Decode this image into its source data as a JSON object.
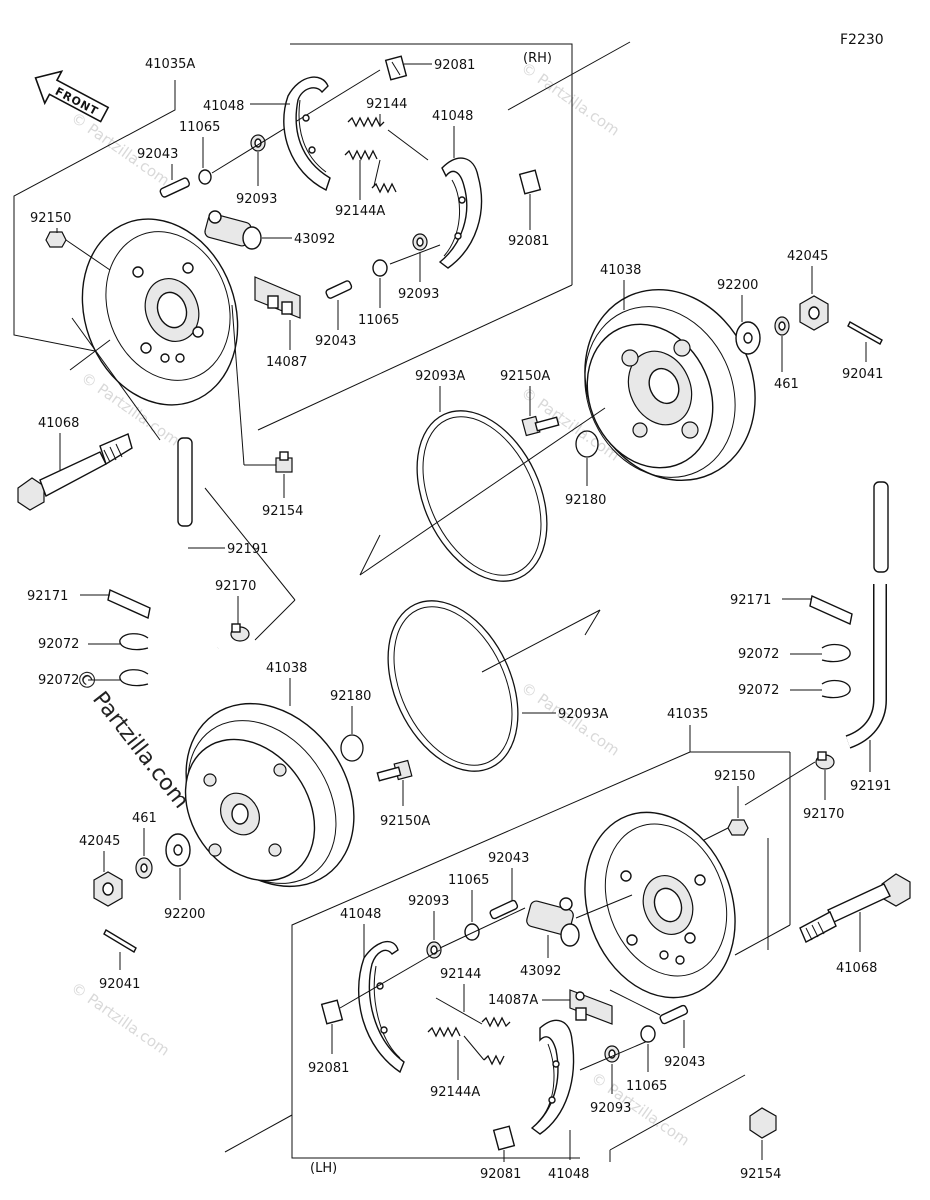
{
  "diagram_code": "F2230",
  "front_label": "FRONT",
  "side_labels": {
    "rh": "(RH)",
    "lh": "(LH)"
  },
  "watermarks": {
    "main": "© Partzilla.com",
    "faint": "© Partzilla.com"
  },
  "labels": {
    "rh_assembly": "41035A",
    "lh_assembly": "41035",
    "shoe_rh_a": "41048",
    "shoe_rh_b": "41048",
    "shoe_lh_a": "41048",
    "shoe_lh_b": "41048",
    "spring_rh": "92144",
    "spring_rh_a": "92144A",
    "spring_lh": "92144",
    "spring_lh_a": "92144A",
    "clip_rh_top": "92081",
    "clip_rh_right": "92081",
    "clip_lh_left": "92081",
    "clip_lh_bottom": "92081",
    "washer_rh_a": "11065",
    "washer_rh_b": "11065",
    "washer_lh_a": "11065",
    "washer_lh_b": "11065",
    "pin_rh_a": "92043",
    "pin_rh_b": "92043",
    "pin_lh_a": "92043",
    "pin_lh_b": "92043",
    "ring_rh_a": "92093",
    "ring_rh_b": "92093",
    "ring_lh_a": "92093",
    "ring_lh_b": "92093",
    "bolt_rh": "92150",
    "bolt_lh": "92150",
    "cylinder_rh": "43092",
    "cylinder_lh": "43092",
    "plate_rh": "14087",
    "plate_lh": "14087A",
    "shaft_rh": "41068",
    "shaft_lh": "41068",
    "nipple_rh": "92154",
    "nipple_lh": "92154",
    "hose_left": "92191",
    "hose_right": "92191",
    "clamp_left": "92170",
    "clamp_right": "92170",
    "band_left": "92171",
    "band_right": "92171",
    "circlip_left_a": "92072",
    "circlip_left_b": "92072",
    "circlip_right_a": "92072",
    "circlip_right_b": "92072",
    "drum_rh": "41038",
    "drum_lh": "41038",
    "seal_rh": "92093A",
    "seal_lh": "92093A",
    "drum_bolt_rh": "92150A",
    "drum_bolt_lh": "92150A",
    "oring_rh": "92180",
    "oring_lh": "92180",
    "washer_big_rh": "92200",
    "washer_big_lh": "92200",
    "nut_rh": "42045",
    "nut_lh": "42045",
    "spacer_rh": "461",
    "spacer_lh": "461",
    "cotter_rh": "92041",
    "cotter_lh": "92041"
  }
}
